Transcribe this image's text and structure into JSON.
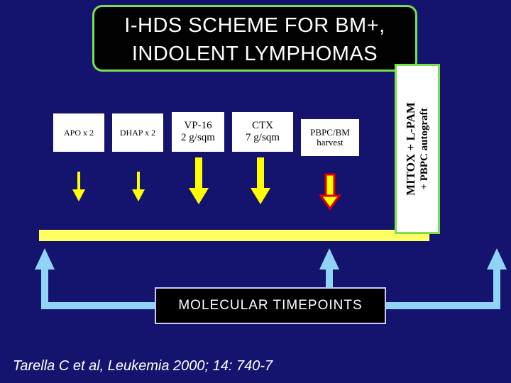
{
  "title": {
    "line1": "I-HDS SCHEME FOR BM+,",
    "line2": "INDOLENT   LYMPHOMAS"
  },
  "steps": [
    {
      "label": "APO x 2"
    },
    {
      "label": "DHAP x 2"
    },
    {
      "line1": "VP-16",
      "line2": "2 g/sqm"
    },
    {
      "line1": "CTX",
      "line2": "7 g/sqm"
    },
    {
      "line1": "PBPC/BM",
      "line2": "harvest"
    }
  ],
  "autograft": {
    "line1": "MITOX + L-PAM",
    "line2": "+ PBPC  autograft"
  },
  "molecular": "MOLECULAR   TIMEPOINTS",
  "citation": "Tarella C et al,  Leukemia 2000; 14: 740-7",
  "colors": {
    "background": "#14146e",
    "timeline": "#ffff66",
    "arrow": "#ffff00",
    "molecular_arrows": "#8fd3f5",
    "title_border": "#7be04d",
    "harvest_arrow": "#e00000"
  }
}
